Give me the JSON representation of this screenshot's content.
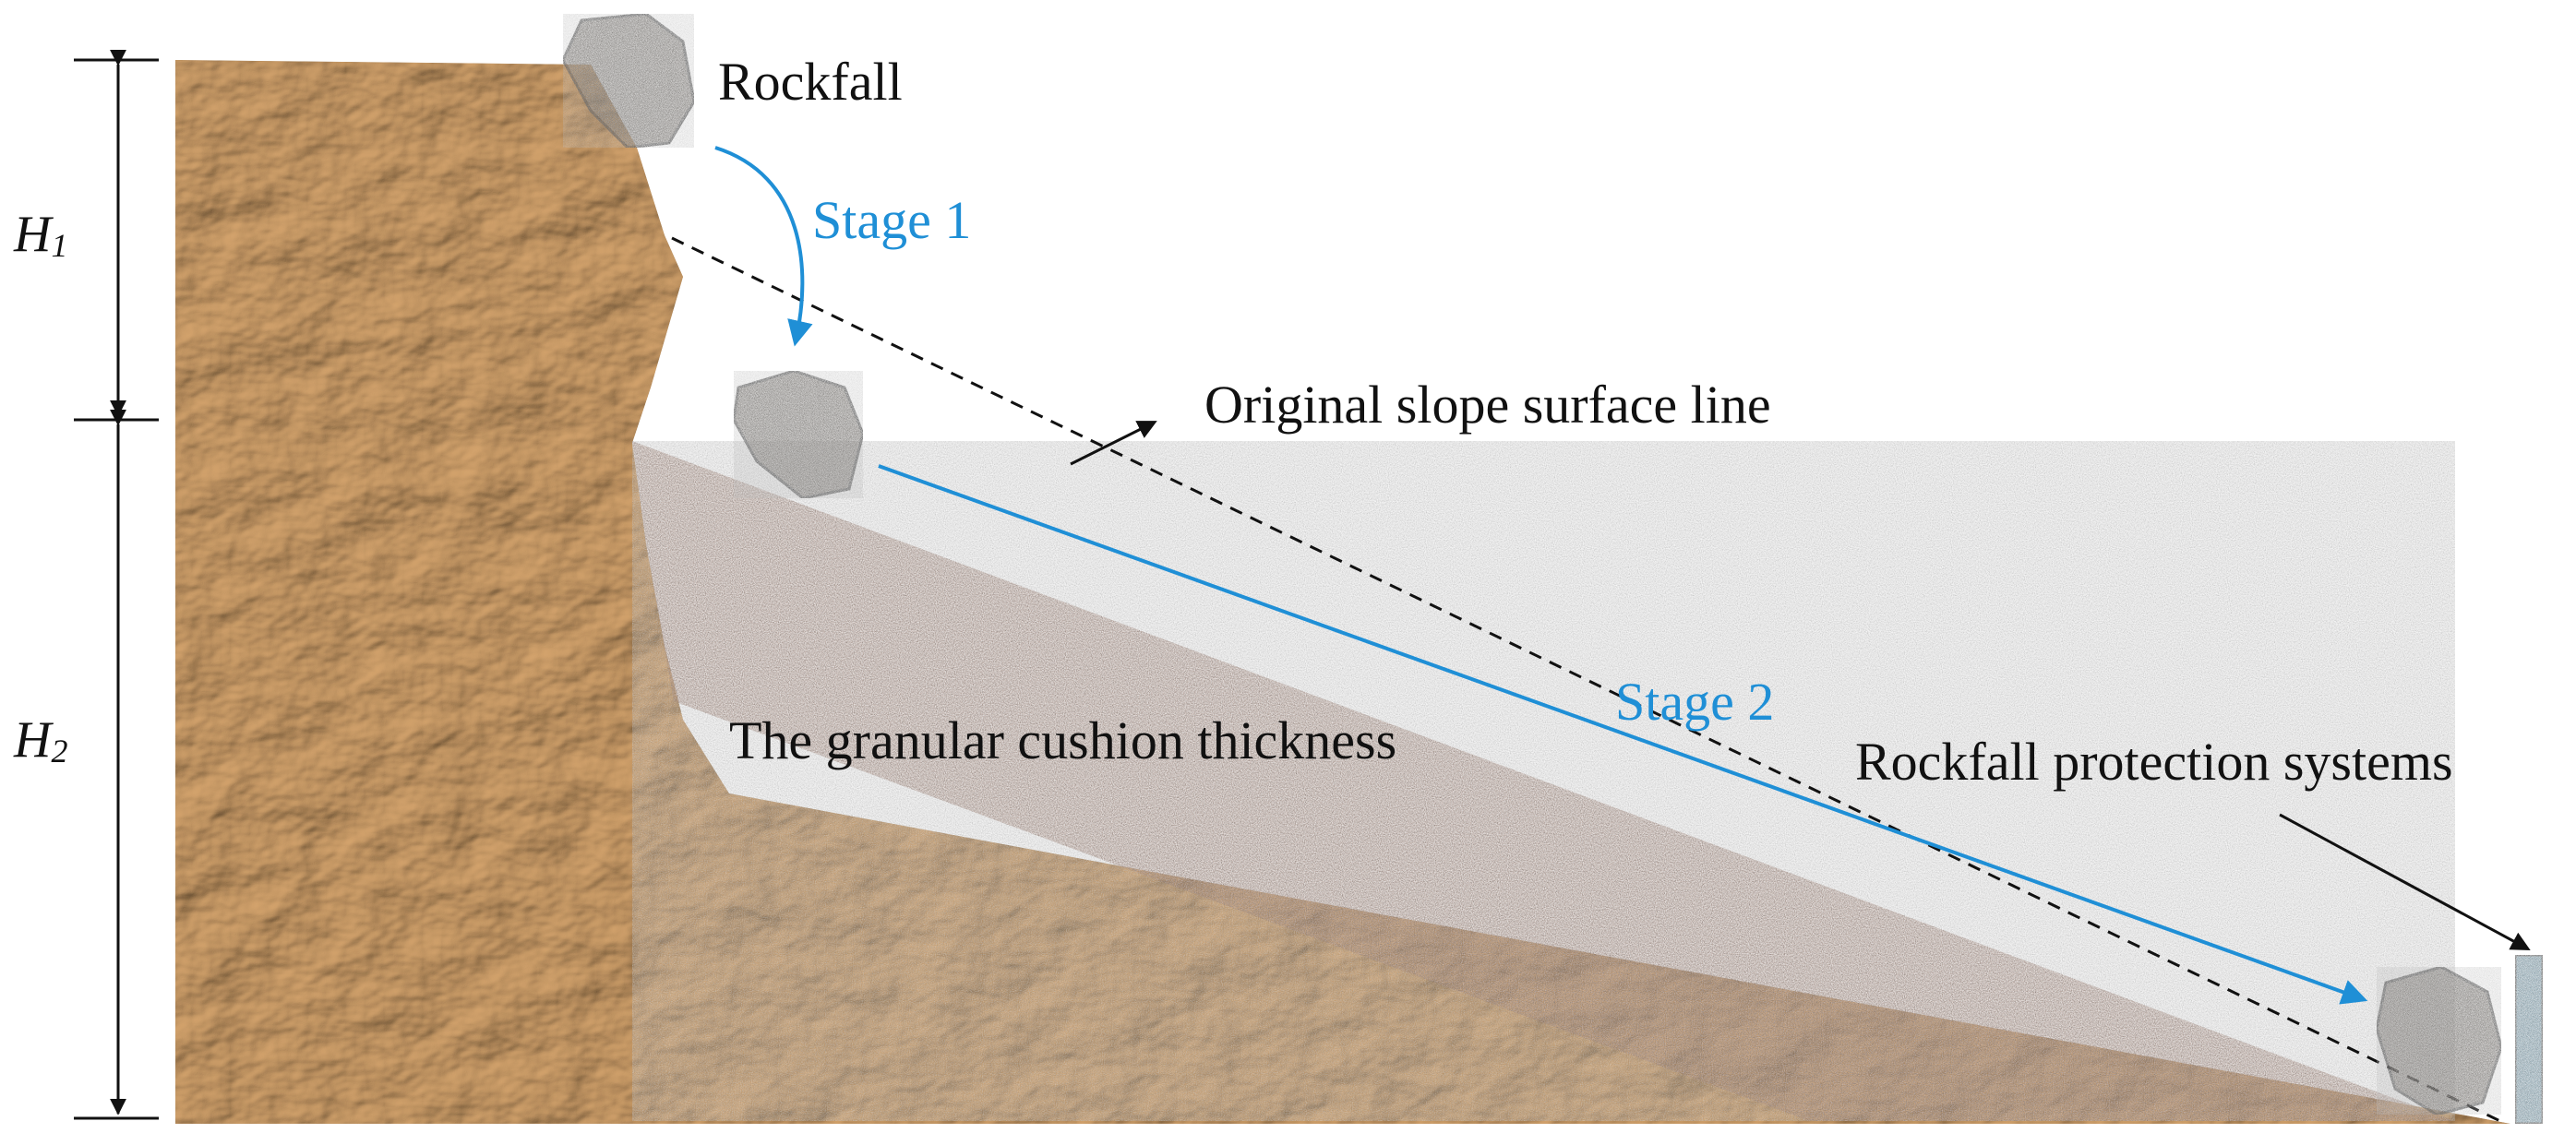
{
  "labels": {
    "rockfall": "Rockfall",
    "stage1": "Stage 1",
    "stage2": "Stage 2",
    "original_slope": "Original slope surface line",
    "cushion": "The granular cushion thickness",
    "protection": "Rockfall protection systems",
    "h1_main": "H",
    "h1_sub": "1",
    "h2_main": "H",
    "h2_sub": "2"
  },
  "colors": {
    "stage_arrow": "#1f8fd6",
    "rock_soil": "#c89a66",
    "cushion": "#c8804a",
    "boulder": "#a9a29a",
    "barrier": "#9fd4ea"
  },
  "icons": {
    "boulder": "boulder-icon",
    "barrier": "protection-barrier-icon"
  }
}
